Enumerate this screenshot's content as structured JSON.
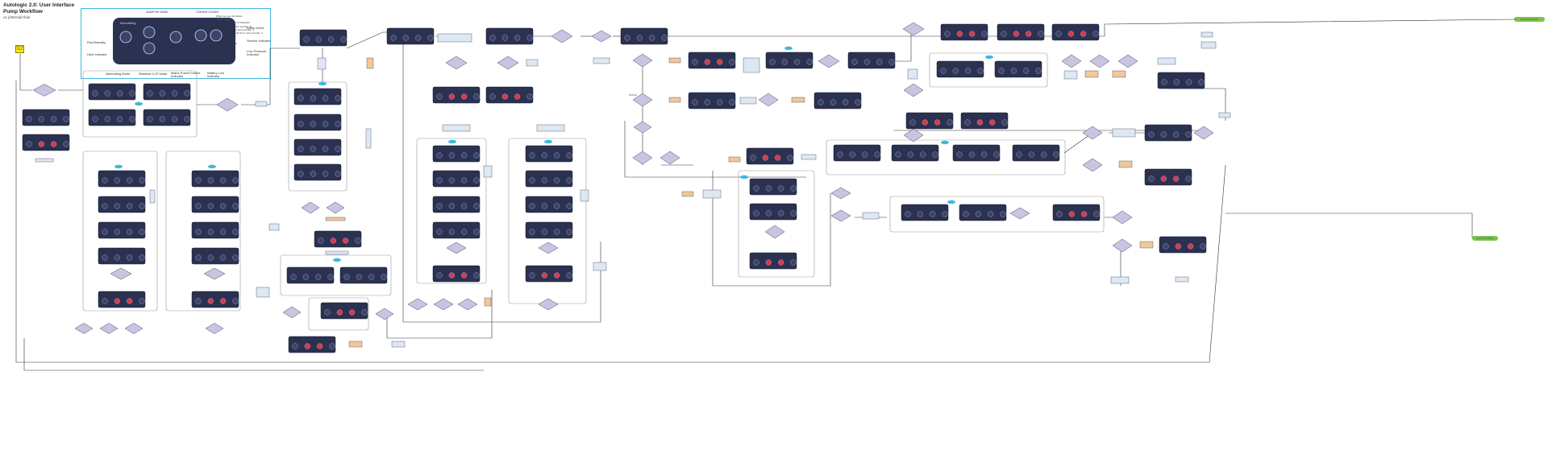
{
  "header": {
    "title_line1": "Autologic 2.0: User Interface",
    "title_line2": "Pump Workflow",
    "subtitle": "v1 (internal) final"
  },
  "legend": {
    "device_word": "Nomathing",
    "top_labels": [
      "AutoFirm Mode",
      "Comfort Control"
    ],
    "left_labels": [
      "Run/Standby",
      "Heel Indicator"
    ],
    "right_labels": [
      "Alarm Mode",
      "Service Indicator",
      "Low Pressure Indicator"
    ],
    "bottom_labels": [
      "Alternating Mode",
      "Reactive CLP Mode",
      "Mains Power Failure Indicator",
      "Battery Low Indicator"
    ],
    "notes": [
      "When we use the button:",
      "Yellow button",
      "Heat Explanation / UI indicators",
      "Static Protection lock override: 3s",
      "Turn/Comfort Press lock override: 3",
      "Seconds/Button Hold Time: lock override: 3",
      "Timings used:",
      "Short Press",
      "Medium Hold Press",
      "Double Press",
      "Long Hold Press"
    ]
  },
  "start_label": "Turn on Pump",
  "end_labels": [
    "End of Workflow",
    "End of Workflow"
  ],
  "node_label": "Nomathing",
  "colors": {
    "node_fill": "#2b3150",
    "decision_fill": "#c8c5e0",
    "note_fill": "#dde8f3",
    "action_fill": "#f1c79c",
    "badge": "#3fb7dd",
    "alarm": "#d63b4b",
    "start": "#f5ec1b",
    "end": "#7ec24a",
    "accent": "#3fb7dd"
  }
}
